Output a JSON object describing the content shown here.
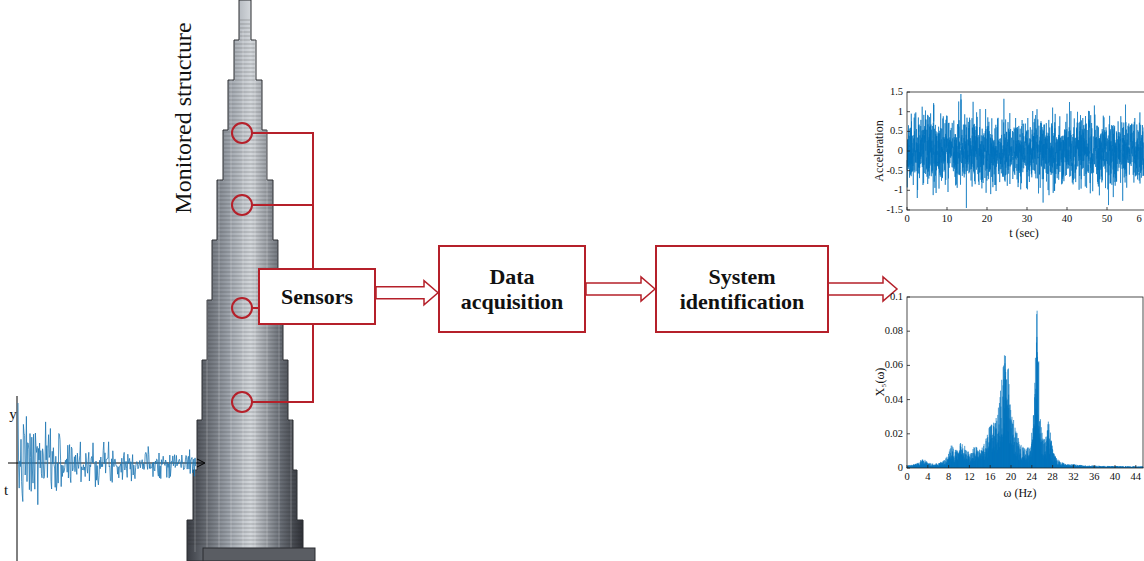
{
  "diagram": {
    "nodes": [
      {
        "text": [
          "Sensors"
        ]
      },
      {
        "text": [
          "Data acquisition"
        ]
      },
      {
        "text": [
          "System identification"
        ]
      }
    ],
    "edges": [
      {
        "from": 0,
        "to": 1,
        "arrow": "to"
      },
      {
        "from": 1,
        "to": 2,
        "arrow": "to"
      }
    ],
    "labels": [
      "Monitored structure",
      "y",
      "t",
      "1.5",
      "1",
      "0.5",
      "0",
      "-0.5",
      "-1",
      "-1.5",
      "0",
      "10",
      "20",
      "30",
      "40",
      "50",
      "6",
      "t (sec)",
      "Acceleration",
      "0.1",
      "0.08",
      "0.06",
      "0.04",
      "0.02",
      "0",
      "0",
      "4",
      "8",
      "12",
      "16",
      "20",
      "24",
      "28",
      "32",
      "36",
      "40",
      "44",
      "ω (Hz)",
      "X₅(ω)"
    ]
  }
}
